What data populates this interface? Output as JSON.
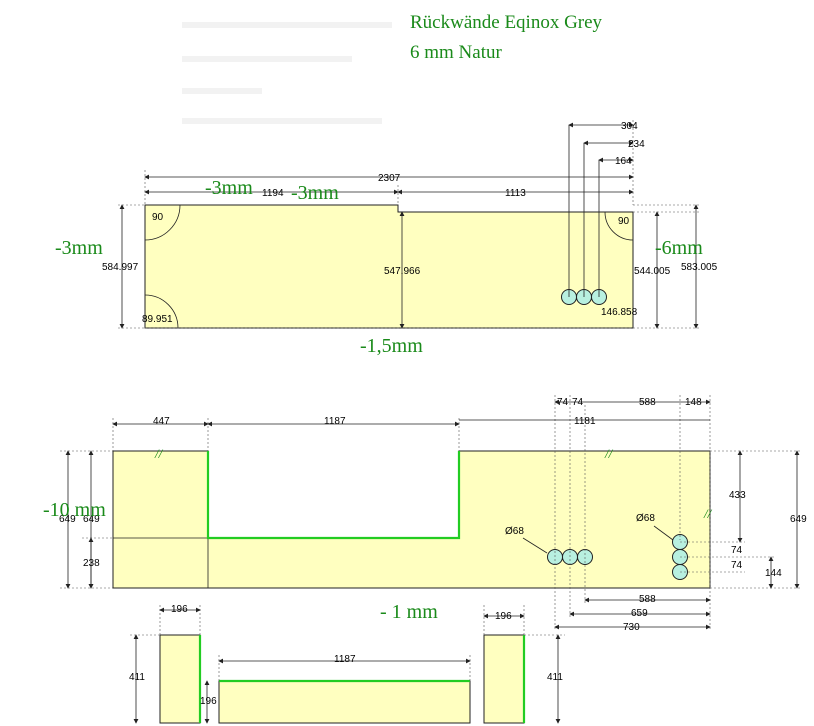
{
  "title": {
    "line1": "Rückwände Eqinox Grey",
    "line2": "6 mm Natur"
  },
  "colors": {
    "panel_fill": "#ffffc0",
    "edge_finish": "#22cc22",
    "title_text": "#1a8a1a",
    "hole_fill": "#b8f0e0"
  },
  "top_drawing": {
    "tolerances": {
      "top_left": "-3mm",
      "top_mid": "-3mm",
      "left": "-3mm",
      "right": "-6mm",
      "bottom": "-1,5mm"
    },
    "dims": {
      "d304": "304",
      "d234": "234",
      "d164": "164",
      "d2307": "2307",
      "d1194": "1194",
      "d1113": "1113",
      "d584": "584.997",
      "d547": "547.966",
      "d544": "544.005",
      "d583": "583.005",
      "d146": "146.858",
      "a90_tl": "90",
      "a90_tr": "90",
      "a89": "89.951"
    }
  },
  "bottom_drawing": {
    "tolerances": {
      "left": "-10 mm",
      "bottom": "- 1 mm"
    },
    "dims": {
      "d447": "447",
      "d1187": "1187",
      "d74a": "74",
      "d74b": "74",
      "d588_top": "588",
      "d148": "148",
      "d1181": "1181",
      "d649_l1": "649",
      "d649_l2": "649",
      "d238": "238",
      "d433": "433",
      "d649_r": "649",
      "d144": "144",
      "d74_r1": "74",
      "d74_r2": "74",
      "hole_l": "Ø68",
      "hole_r": "Ø68",
      "d588_bot": "588",
      "d659": "659",
      "d730": "730"
    },
    "marks": {
      "m1": "//",
      "m2": "//",
      "m3": "//"
    }
  },
  "strips": {
    "dims": {
      "s196_a": "196",
      "s411_a": "411",
      "s1187": "1187",
      "s196_mid": "196",
      "s196_b": "196",
      "s411_b": "411"
    }
  }
}
